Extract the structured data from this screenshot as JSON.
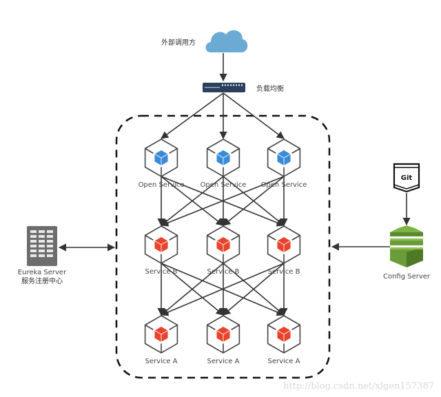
{
  "diagram": {
    "title": "Spring Cloud microservice architecture",
    "external_caller": {
      "label": "外部调用方",
      "icon": "cloud-icon"
    },
    "load_balancer": {
      "label": "负载均衡",
      "icon": "load-balancer-icon"
    },
    "open_services": [
      {
        "label": "Open Service"
      },
      {
        "label": "Open Service"
      },
      {
        "label": "Open Service"
      }
    ],
    "services_b": [
      {
        "label": "Service B"
      },
      {
        "label": "Service B"
      },
      {
        "label": "Service B"
      }
    ],
    "services_a": [
      {
        "label": "Service A"
      },
      {
        "label": "Service A"
      },
      {
        "label": "Service A"
      }
    ],
    "eureka": {
      "label_line1": "Eureka Server",
      "label_line2": "服务注册中心",
      "icon": "server-rack-icon"
    },
    "git": {
      "label": "Git",
      "icon": "git-repo-icon"
    },
    "config_server": {
      "label": "Config Server",
      "icon": "config-server-icon"
    },
    "watermark": "http://blog.csdn.net/xlgen157387",
    "colors": {
      "cloud": "#6aaad3",
      "open_service_cube": "#3a8ad8",
      "service_cube": "#e8432c",
      "config_green": "#6a9d3a",
      "eureka_gray": "#6d6d6d",
      "lb_navy": "#2b3f5c",
      "line": "#333333"
    }
  }
}
